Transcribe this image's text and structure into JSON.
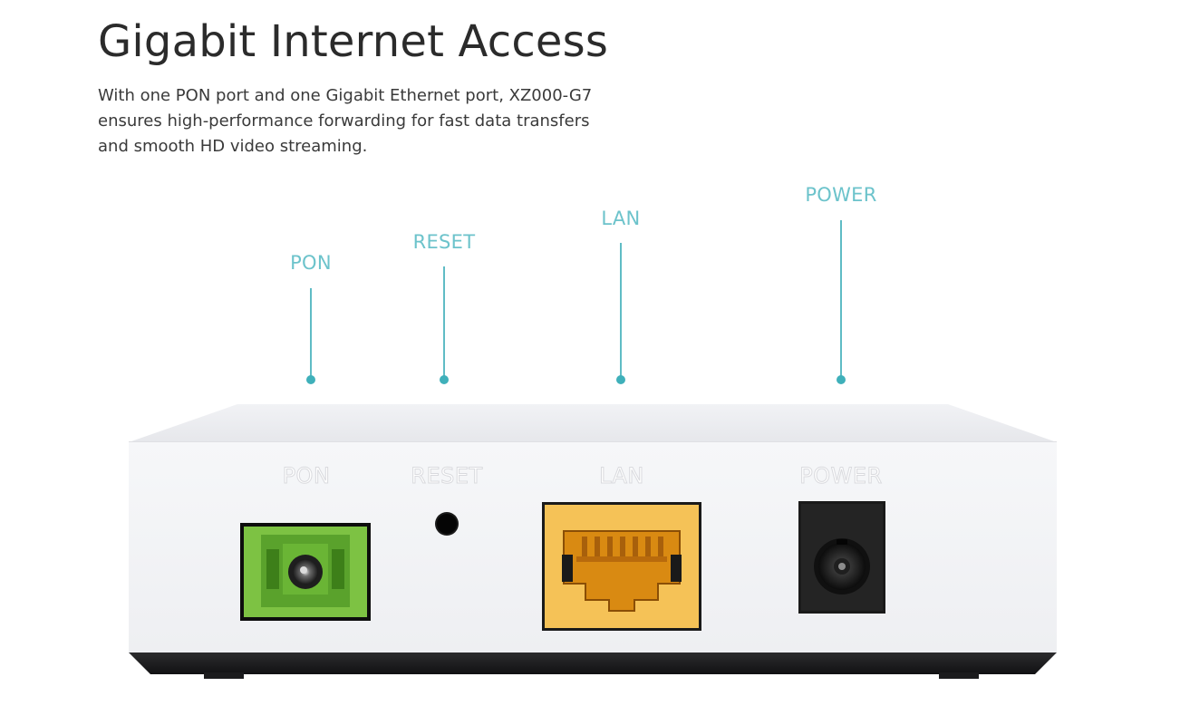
{
  "heading": "Gigabit Internet Access",
  "description": "With one PON port and one Gigabit Ethernet port, XZ000-G7 ensures high-performance forwarding for fast data transfers and smooth HD video streaming.",
  "callouts": {
    "pon": "PON",
    "reset": "RESET",
    "lan": "LAN",
    "power": "POWER"
  },
  "device_labels": {
    "pon": "PON",
    "reset": "RESET",
    "lan": "LAN",
    "power": "POWER"
  },
  "colors": {
    "accent": "#5fbcc5",
    "pon_port": "#7dc243",
    "lan_port": "#f5b93c",
    "device_body": "#f3f4f7"
  }
}
